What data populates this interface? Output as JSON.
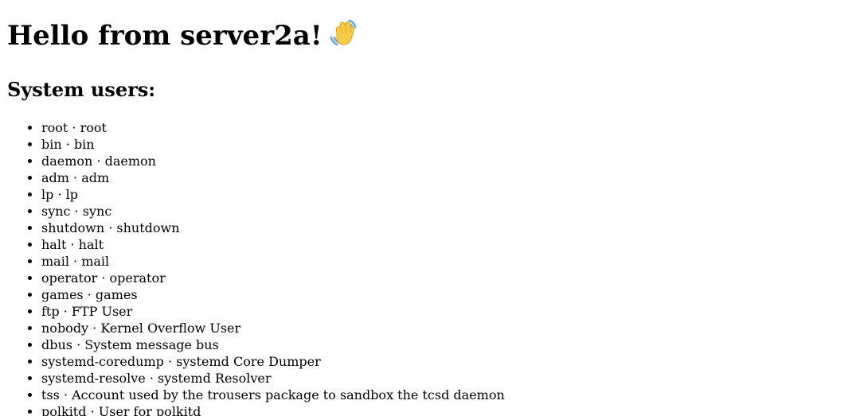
{
  "page": {
    "title_text": "Hello from server2a!",
    "title_emoji_icon": "waving-hand-icon",
    "subtitle": "System users:"
  },
  "users": [
    {
      "username": "root",
      "description": "root"
    },
    {
      "username": "bin",
      "description": "bin"
    },
    {
      "username": "daemon",
      "description": "daemon"
    },
    {
      "username": "adm",
      "description": "adm"
    },
    {
      "username": "lp",
      "description": "lp"
    },
    {
      "username": "sync",
      "description": "sync"
    },
    {
      "username": "shutdown",
      "description": "shutdown"
    },
    {
      "username": "halt",
      "description": "halt"
    },
    {
      "username": "mail",
      "description": "mail"
    },
    {
      "username": "operator",
      "description": "operator"
    },
    {
      "username": "games",
      "description": "games"
    },
    {
      "username": "ftp",
      "description": "FTP User"
    },
    {
      "username": "nobody",
      "description": "Kernel Overflow User"
    },
    {
      "username": "dbus",
      "description": "System message bus"
    },
    {
      "username": "systemd-coredump",
      "description": "systemd Core Dumper"
    },
    {
      "username": "systemd-resolve",
      "description": "systemd Resolver"
    },
    {
      "username": "tss",
      "description": "Account used by the trousers package to sandbox the tcsd daemon"
    },
    {
      "username": "polkitd",
      "description": "User for polkitd"
    }
  ],
  "separator": " · "
}
